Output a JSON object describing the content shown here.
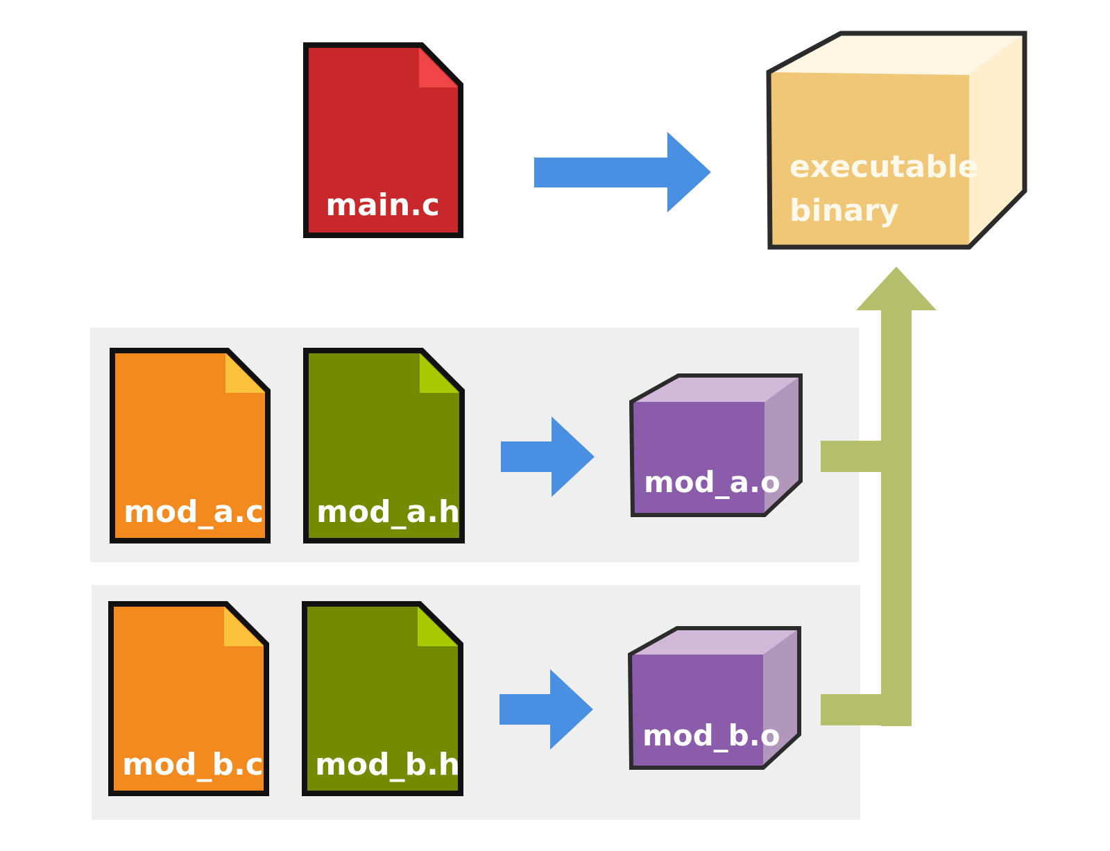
{
  "files": {
    "main_c": "main.c",
    "mod_a_c": "mod_a.c",
    "mod_a_h": "mod_a.h",
    "mod_b_c": "mod_b.c",
    "mod_b_h": "mod_b.h"
  },
  "objects": {
    "mod_a_o": "mod_a.o",
    "mod_b_o": "mod_b.o"
  },
  "binary": {
    "line1": "executable",
    "line2": "binary"
  },
  "colors": {
    "main_source": "#c8282b",
    "c_source": "#f38a20",
    "header": "#728b00",
    "object": "#8a5ca9",
    "binary": "#efc776",
    "compile_arrow": "#4a90e2",
    "link_arrow": "#b5bf6b",
    "group_background": "#efefef"
  }
}
